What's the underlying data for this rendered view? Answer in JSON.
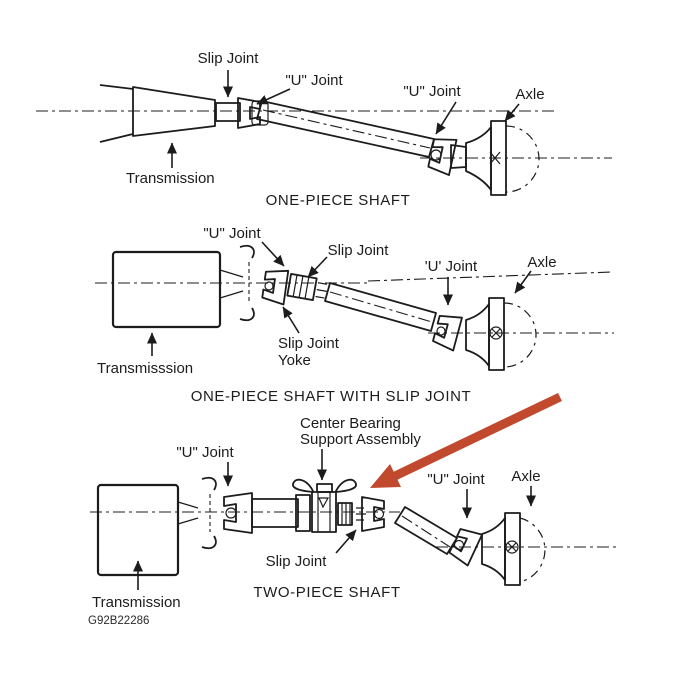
{
  "figure": {
    "background": "#ffffff",
    "line_color": "#1c1c1c",
    "highlight_color": "#c1492e",
    "ref_code": "G92B22286",
    "highlight_arrow": {
      "points_to": "Center Bearing Support Assembly"
    },
    "diagrams": [
      {
        "caption": "ONE-PIECE SHAFT",
        "labels": {
          "slip_joint": "Slip Joint",
          "u_joint_front": "\"U\" Joint",
          "u_joint_rear": "\"U\" Joint",
          "axle": "Axle",
          "transmission": "Transmission"
        }
      },
      {
        "caption": "ONE-PIECE SHAFT WITH SLIP JOINT",
        "labels": {
          "u_joint_front": "\"U\" Joint",
          "slip_joint": "Slip Joint",
          "u_joint_rear": "'U' Joint",
          "axle": "Axle",
          "slip_joint_yoke_1": "Slip Joint",
          "slip_joint_yoke_2": "Yoke",
          "transmission": "Transmisssion"
        }
      },
      {
        "caption": "TWO-PIECE SHAFT",
        "labels": {
          "u_joint_front": "\"U\" Joint",
          "center_bearing_1": "Center Bearing",
          "center_bearing_2": "Support Assembly",
          "u_joint_rear": "\"U\" Joint",
          "axle": "Axle",
          "slip_joint": "Slip Joint",
          "transmission": "Transmission"
        }
      }
    ]
  }
}
